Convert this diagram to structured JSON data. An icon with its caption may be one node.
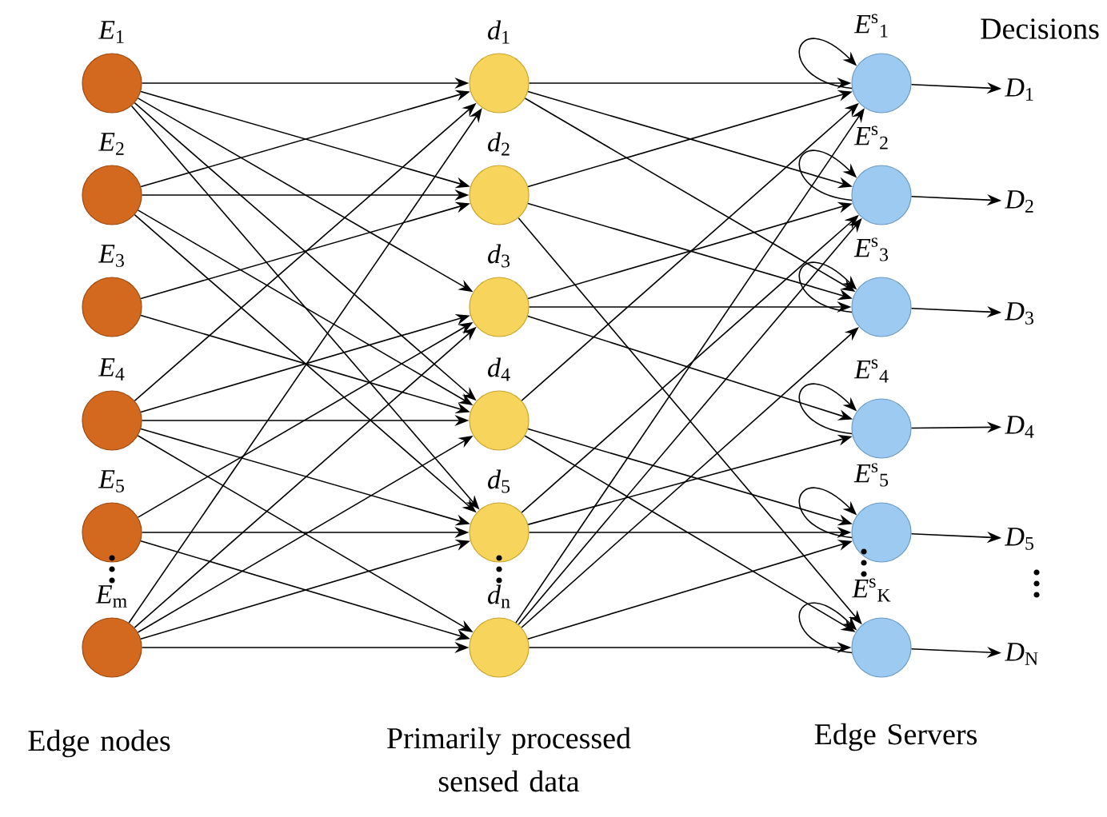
{
  "diagram": {
    "nodes": [
      {
        "text": [
          "*E*$_{1}$"
        ]
      },
      {
        "text": [
          "*E*$_{2}$"
        ]
      },
      {
        "text": [
          "*E*$_{3}$"
        ]
      },
      {
        "text": [
          "*E*$_{4}$"
        ]
      },
      {
        "text": [
          "*E*$_{5}$"
        ]
      },
      {
        "text": [
          "*E*$_{m}$"
        ]
      },
      {
        "text": [
          "*d*$_{1}$"
        ]
      },
      {
        "text": [
          "*d*$_{2}$"
        ]
      },
      {
        "text": [
          "*d*$_{3}$"
        ]
      },
      {
        "text": [
          "*d*$_{4}$"
        ]
      },
      {
        "text": [
          "*d*$_{5}$"
        ]
      },
      {
        "text": [
          "*d*$_{n}$"
        ]
      },
      {
        "text": [
          "*E*$^{s}$$_{1}$"
        ]
      },
      {
        "text": [
          "*E*$^{s}$$_{2}$"
        ]
      },
      {
        "text": [
          "*E*$^{s}$$_{3}$"
        ]
      },
      {
        "text": [
          "*E*$^{s}$$_{4}$"
        ]
      },
      {
        "text": [
          "*E*$^{s}$$_{5}$"
        ]
      },
      {
        "text": [
          "*E*$^{s}$$_{K}$"
        ]
      },
      {
        "text": [
          "*D*$_{1}$"
        ]
      },
      {
        "text": [
          "*D*$_{2}$"
        ]
      },
      {
        "text": [
          "*D*$_{3}$"
        ]
      },
      {
        "text": [
          "*D*$_{4}$"
        ]
      },
      {
        "text": [
          "*D*$_{5}$"
        ]
      },
      {
        "text": [
          "*D*$_{N}$"
        ]
      }
    ],
    "edges": [
      {
        "from": 0,
        "to": 6,
        "arrow": "to"
      },
      {
        "from": 0,
        "to": 7,
        "arrow": "to"
      },
      {
        "from": 0,
        "to": 8,
        "arrow": "to"
      },
      {
        "from": 0,
        "to": 9,
        "arrow": "to"
      },
      {
        "from": 0,
        "to": 10,
        "arrow": "to"
      },
      {
        "from": 1,
        "to": 6,
        "arrow": "to"
      },
      {
        "from": 1,
        "to": 7,
        "arrow": "to"
      },
      {
        "from": 1,
        "to": 9,
        "arrow": "to"
      },
      {
        "from": 1,
        "to": 10,
        "arrow": "to"
      },
      {
        "from": 2,
        "to": 7,
        "arrow": "to"
      },
      {
        "from": 2,
        "to": 9,
        "arrow": "to"
      },
      {
        "from": 3,
        "to": 6,
        "arrow": "to"
      },
      {
        "from": 3,
        "to": 8,
        "arrow": "to"
      },
      {
        "from": 3,
        "to": 9,
        "arrow": "to"
      },
      {
        "from": 3,
        "to": 10,
        "arrow": "to"
      },
      {
        "from": 3,
        "to": 11,
        "arrow": "to"
      },
      {
        "from": 4,
        "to": 8,
        "arrow": "to"
      },
      {
        "from": 4,
        "to": 10,
        "arrow": "to"
      },
      {
        "from": 4,
        "to": 11,
        "arrow": "to"
      },
      {
        "from": 5,
        "to": 6,
        "arrow": "to"
      },
      {
        "from": 5,
        "to": 8,
        "arrow": "to"
      },
      {
        "from": 5,
        "to": 9,
        "arrow": "to"
      },
      {
        "from": 5,
        "to": 10,
        "arrow": "to"
      },
      {
        "from": 5,
        "to": 11,
        "arrow": "to"
      },
      {
        "from": 6,
        "to": 12,
        "arrow": "to"
      },
      {
        "from": 6,
        "to": 13,
        "arrow": "to"
      },
      {
        "from": 6,
        "to": 14,
        "arrow": "to"
      },
      {
        "from": 7,
        "to": 12,
        "arrow": "to"
      },
      {
        "from": 7,
        "to": 14,
        "arrow": "to"
      },
      {
        "from": 7,
        "to": 17,
        "arrow": "to"
      },
      {
        "from": 8,
        "to": 13,
        "arrow": "to"
      },
      {
        "from": 8,
        "to": 14,
        "arrow": "to"
      },
      {
        "from": 8,
        "to": 15,
        "arrow": "to"
      },
      {
        "from": 9,
        "to": 12,
        "arrow": "to"
      },
      {
        "from": 9,
        "to": 16,
        "arrow": "to"
      },
      {
        "from": 9,
        "to": 17,
        "arrow": "to"
      },
      {
        "from": 10,
        "to": 13,
        "arrow": "to"
      },
      {
        "from": 10,
        "to": 15,
        "arrow": "to"
      },
      {
        "from": 10,
        "to": 16,
        "arrow": "to"
      },
      {
        "from": 11,
        "to": 12,
        "arrow": "to"
      },
      {
        "from": 11,
        "to": 13,
        "arrow": "to"
      },
      {
        "from": 11,
        "to": 14,
        "arrow": "to"
      },
      {
        "from": 11,
        "to": 16,
        "arrow": "to"
      },
      {
        "from": 11,
        "to": 17,
        "arrow": "to"
      },
      {
        "from": 12,
        "to": 12,
        "arrow": "to"
      },
      {
        "from": 13,
        "to": 13,
        "arrow": "to"
      },
      {
        "from": 14,
        "to": 14,
        "arrow": "to"
      },
      {
        "from": 15,
        "to": 15,
        "arrow": "to"
      },
      {
        "from": 16,
        "to": 16,
        "arrow": "to"
      },
      {
        "from": 17,
        "to": 17,
        "arrow": "to"
      },
      {
        "from": 12,
        "to": 18,
        "arrow": "to"
      },
      {
        "from": 13,
        "to": 19,
        "arrow": "to"
      },
      {
        "from": 14,
        "to": 20,
        "arrow": "to"
      },
      {
        "from": 15,
        "to": 21,
        "arrow": "to"
      },
      {
        "from": 16,
        "to": 22,
        "arrow": "to"
      },
      {
        "from": 17,
        "to": 23,
        "arrow": "to"
      }
    ],
    "labels": [
      "Decisions",
      "Edge nodes",
      "Primarily processed sensed data",
      "Edge Servers"
    ]
  }
}
